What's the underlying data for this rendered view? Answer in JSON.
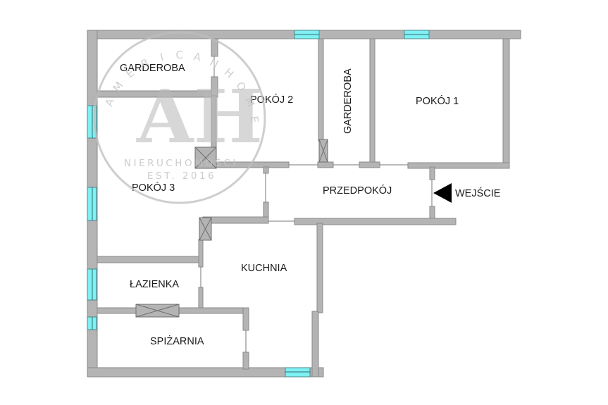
{
  "floor_plan": {
    "rooms": [
      {
        "id": "garderoba-left",
        "label": "GARDEROBA",
        "orientation": "horizontal"
      },
      {
        "id": "pokoj-2",
        "label": "POKÓJ 2",
        "orientation": "horizontal"
      },
      {
        "id": "garderoba-center",
        "label": "GARDEROBA",
        "orientation": "vertical"
      },
      {
        "id": "pokoj-1",
        "label": "POKÓJ 1",
        "orientation": "horizontal"
      },
      {
        "id": "pokoj-3",
        "label": "POKÓJ 3",
        "orientation": "horizontal"
      },
      {
        "id": "przedpokoj",
        "label": "PRZEDPOKÓJ",
        "orientation": "horizontal"
      },
      {
        "id": "kuchnia",
        "label": "KUCHNIA",
        "orientation": "horizontal"
      },
      {
        "id": "lazienka",
        "label": "ŁAZIENKA",
        "orientation": "horizontal"
      },
      {
        "id": "spizarnia",
        "label": "SPIŻARNIA",
        "orientation": "horizontal"
      }
    ],
    "entrance": {
      "label": "WEJŚCIE",
      "icon": "triangle-arrow-left"
    }
  },
  "watermark": {
    "arc_text": "AMERICANHOME",
    "monogram": "AH",
    "line1": "NIERUCHOMOŚCI",
    "line2": "EST. 2016"
  },
  "colors": {
    "wall": "#b4b4b4",
    "window": "#7ff0f4",
    "background": "#ffffff",
    "text": "#1a1a1a"
  }
}
